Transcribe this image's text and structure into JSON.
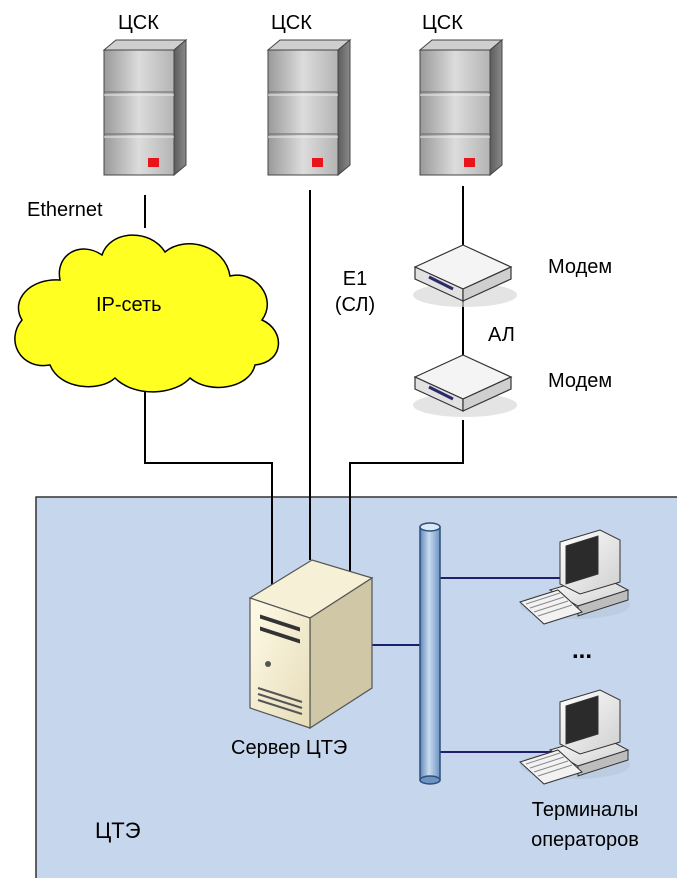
{
  "servers": [
    {
      "label": "ЦСК"
    },
    {
      "label": "ЦСК"
    },
    {
      "label": "ЦСК"
    }
  ],
  "links": {
    "ethernet": "Ethernet",
    "ip_network": "IP-сеть",
    "e1_line1": "E1",
    "e1_line2": "(СЛ)",
    "modem_top": "Модем",
    "subscriber_line": "АЛ",
    "modem_bottom": "Модем"
  },
  "cte": {
    "zone_label": "ЦТЭ",
    "server_label": "Сервер ЦТЭ",
    "ellipsis": "...",
    "terminals_line1": "Терминалы",
    "terminals_line2": "операторов"
  },
  "colors": {
    "zone_fill": "#c6d6ec",
    "cloud_fill": "#ffff22",
    "line": "#000000",
    "lan_line": "#1f1f6e",
    "bus": "#8fb0d6",
    "led": "#e8141a"
  }
}
